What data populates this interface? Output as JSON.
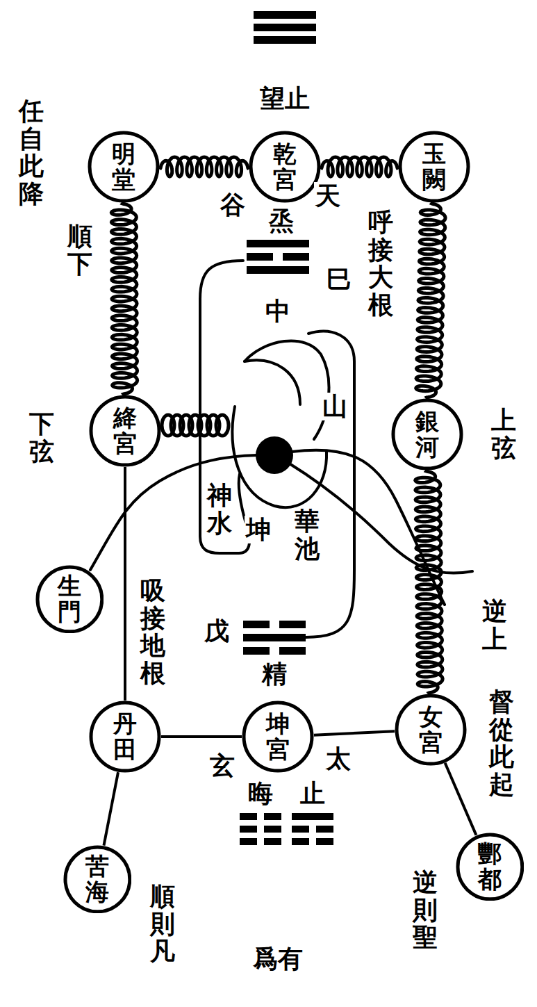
{
  "diagram": {
    "nodes": [
      {
        "text": [
          "明堂"
        ]
      },
      {
        "text": [
          "乾宮"
        ]
      },
      {
        "text": [
          "玉闕"
        ]
      },
      {
        "text": [
          "絳宮"
        ]
      },
      {
        "text": [
          "銀河"
        ]
      },
      {
        "text": [
          "生門"
        ]
      },
      {
        "text": [
          "丹田"
        ]
      },
      {
        "text": [
          "坤宮"
        ]
      },
      {
        "text": [
          "女宮"
        ]
      },
      {
        "text": [
          "苦海"
        ]
      },
      {
        "text": [
          "酆都"
        ]
      }
    ],
    "edges": [
      {
        "from": 0,
        "to": 1,
        "arrow": "none"
      },
      {
        "from": 1,
        "to": 2,
        "arrow": "none"
      },
      {
        "from": 0,
        "to": 3,
        "arrow": "none"
      },
      {
        "from": 2,
        "to": 4,
        "arrow": "none"
      },
      {
        "from": 3,
        "to": 6,
        "arrow": "none"
      },
      {
        "from": 4,
        "to": 8,
        "arrow": "none"
      },
      {
        "from": 6,
        "to": 7,
        "arrow": "none"
      },
      {
        "from": 7,
        "to": 8,
        "arrow": "none"
      },
      {
        "from": 6,
        "to": 9,
        "arrow": "none"
      },
      {
        "from": 8,
        "to": 10,
        "arrow": "none"
      }
    ],
    "labels": [
      "望止",
      "任自此降",
      "谷",
      "烝",
      "天",
      "巳",
      "呼接大根",
      "順下",
      "中",
      "下弦",
      "山",
      "上弦",
      "神水",
      "坤",
      "華池",
      "吸接地根",
      "逆上",
      "戊",
      "精",
      "督從此起",
      "玄",
      "太",
      "晦",
      "止",
      "逆則聖",
      "順則凡",
      "爲有"
    ]
  }
}
